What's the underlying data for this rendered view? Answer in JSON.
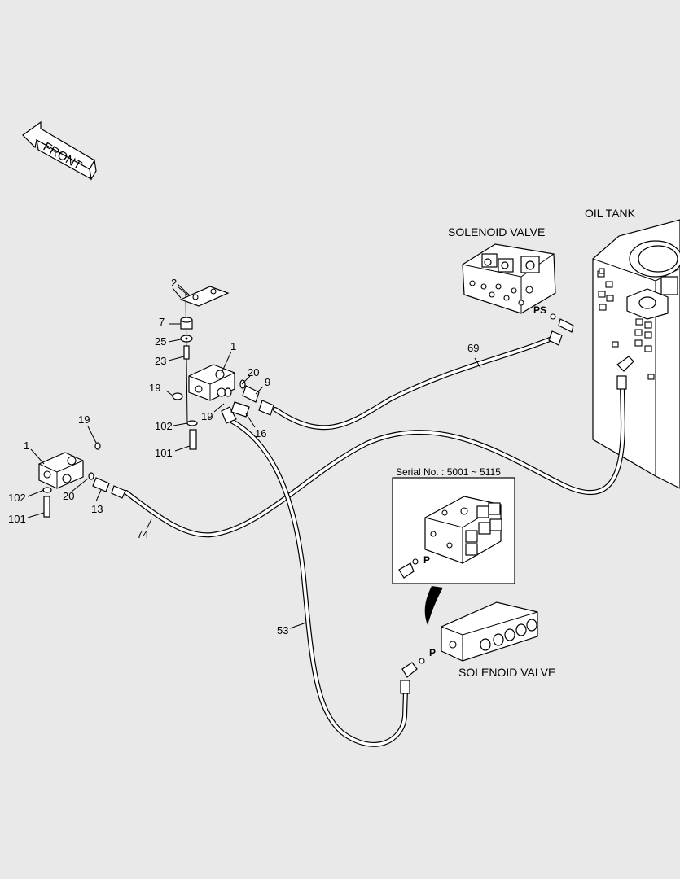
{
  "front_arrow": {
    "label": "FRONT"
  },
  "captions": {
    "solenoid_valve_top": "SOLENOID VALVE",
    "oil_tank": "OIL TANK",
    "solenoid_valve_bottom": "SOLENOID VALVE",
    "serial_no": "Serial No. : 5001 ~ 5115",
    "port_ps": "PS",
    "port_p_inset": "P",
    "port_p_bottom": "P"
  },
  "part_labels": {
    "p2": "2",
    "p7": "7",
    "p25": "25",
    "p23": "23",
    "p1a": "1",
    "p20a": "20",
    "p9": "9",
    "p19a": "19",
    "p19b": "19",
    "p102a": "102",
    "p101a": "101",
    "p16": "16",
    "p69": "69",
    "p19c": "19",
    "p1b": "1",
    "p102b": "102",
    "p20b": "20",
    "p13": "13",
    "p101b": "101",
    "p74": "74",
    "p53": "53"
  }
}
